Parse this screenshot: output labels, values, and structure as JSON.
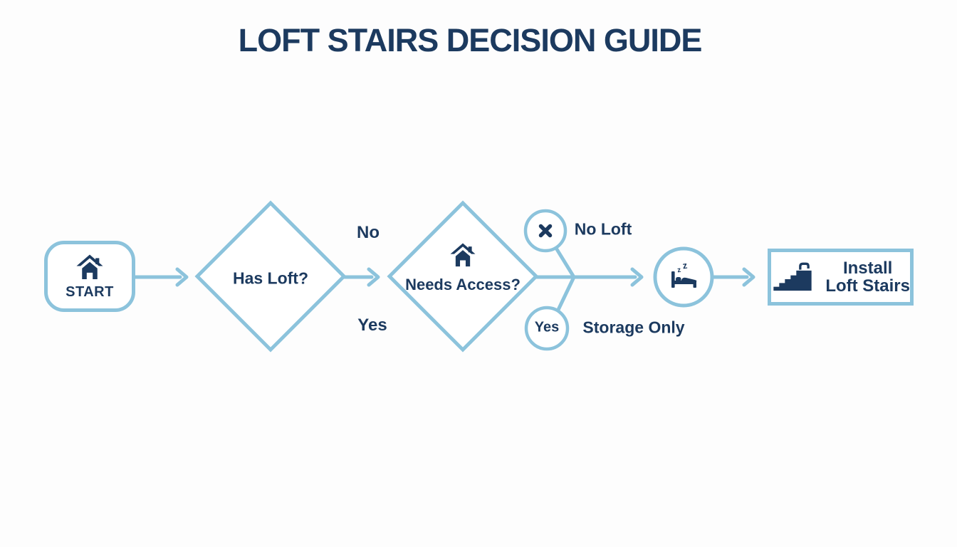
{
  "title": "LOFT STAIRS DECISION GUIDE",
  "colors": {
    "line_blue": "#8cc3dc",
    "navy": "#1c3a5f",
    "background": "#fdfdfd"
  },
  "flow": {
    "start": {
      "label": "START",
      "icon": "house-icon"
    },
    "decision_has_loft": {
      "question": "Has Loft?"
    },
    "branch_no": "No",
    "branch_yes": "Yes",
    "decision_needs_access": {
      "question": "Needs Access?",
      "icon": "house-icon"
    },
    "outcome_no_loft": {
      "icon": "x-mark-icon",
      "label": "No Loft"
    },
    "outcome_storage": {
      "circle_label": "Yes",
      "label": "Storage Only"
    },
    "sleep_step": {
      "icon": "sleeping-bed-icon",
      "z_small": "z",
      "z_large": "z"
    },
    "result_install": {
      "icon": "loft-stairs-icon",
      "line1": "Install",
      "line2": "Loft Stairs"
    }
  }
}
